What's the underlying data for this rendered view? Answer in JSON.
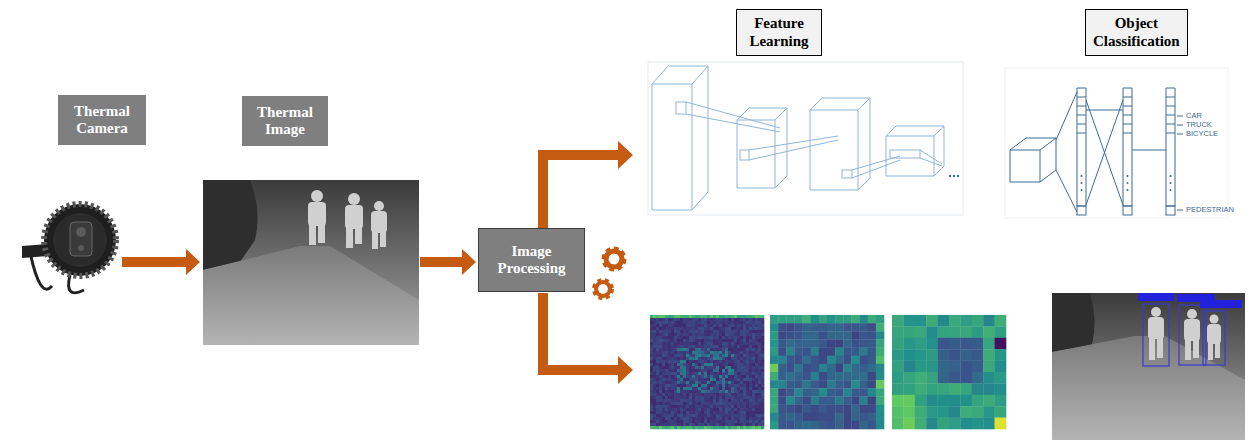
{
  "diagram": {
    "nodes": [
      {
        "text": [
          "Thermal Camera"
        ]
      },
      {
        "text": [
          "Thermal Image"
        ]
      },
      {
        "text": [
          "Image Processing"
        ]
      },
      {
        "text": [
          "Feature Learning"
        ]
      },
      {
        "text": [
          "Object Classification"
        ]
      }
    ],
    "labels": [
      "CAR",
      "TRUCK",
      "BICYCLE",
      "PEDESTRIAN"
    ]
  }
}
